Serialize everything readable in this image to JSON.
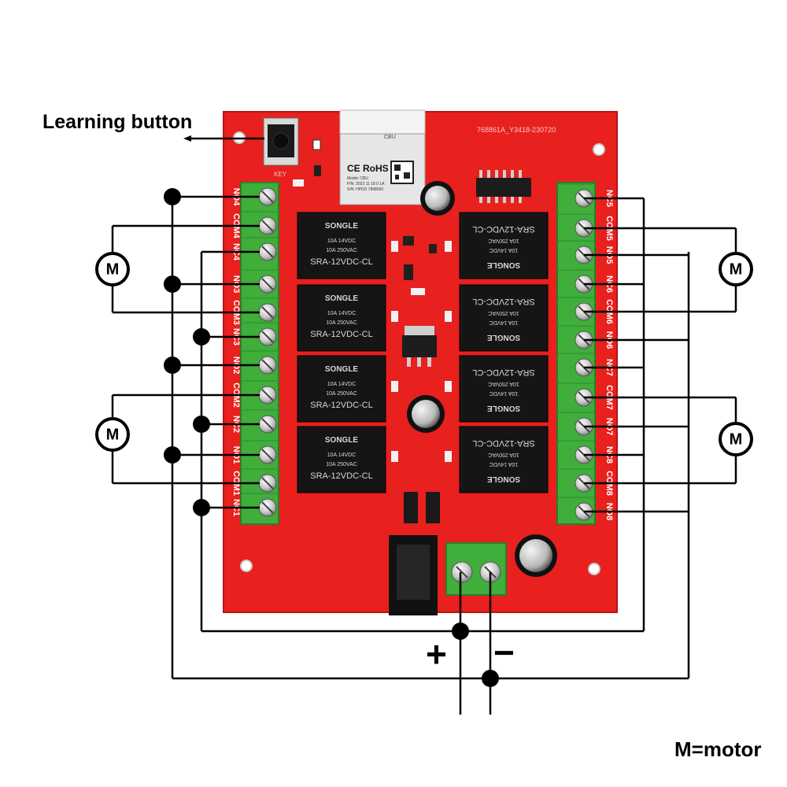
{
  "annotations": {
    "learning_button": "Learning button",
    "motor_legend": "M=motor",
    "plus": "+",
    "minus": "−"
  },
  "board": {
    "pcb_code": "768861A_Y3418-230720",
    "key_label": "KEY",
    "board_color": "#e8201e",
    "terminal_color": "#3fae3b"
  },
  "wifi_module": {
    "label": "CBU",
    "marks": "CE RoHS",
    "model": "Model: CBU",
    "pn": "P/N: 2022 11 18 0 1A",
    "sn": "S/N: HPDD 7898060"
  },
  "relays": {
    "brand": "SONGLE",
    "line1": "10A 14VDC",
    "line2": "10A 250VAC",
    "model": "SRA-12VDC-CL",
    "count_left": 4,
    "count_right": 4
  },
  "left_terminals": [
    "NO4",
    "COM4",
    "NC4",
    "NO3",
    "COM3",
    "NC3",
    "NO2",
    "COM2",
    "NC2",
    "NO1",
    "COM1",
    "NC1"
  ],
  "right_terminals": [
    "NC5",
    "COM5",
    "NO5",
    "NC6",
    "COM6",
    "NO6",
    "NC7",
    "COM7",
    "NO7",
    "NC8",
    "COM8",
    "NO8"
  ],
  "motor_symbol": "M",
  "motors_count": 4,
  "colors": {
    "wire": "#000000",
    "junction": "#000000",
    "pcb_red": "#e8201e",
    "terminal_green": "#3fae3b",
    "relay_black": "#151515"
  }
}
